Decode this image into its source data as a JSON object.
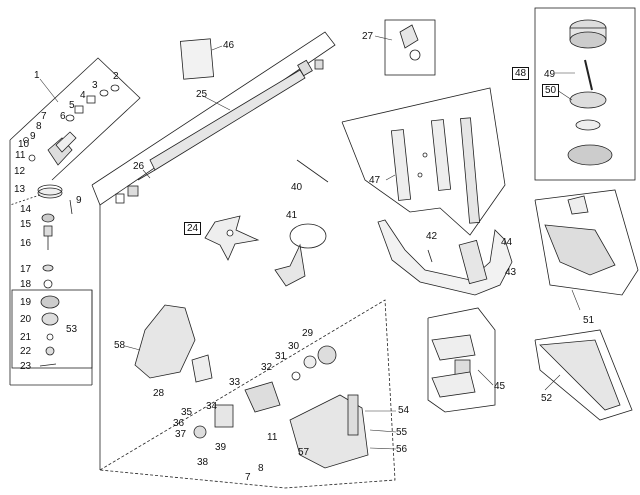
{
  "diagram": {
    "callouts": [
      {
        "id": "c1",
        "text": "1"
      },
      {
        "id": "c2",
        "text": "2"
      },
      {
        "id": "c3",
        "text": "3"
      },
      {
        "id": "c4",
        "text": "4"
      },
      {
        "id": "c5",
        "text": "5"
      },
      {
        "id": "c6",
        "text": "6"
      },
      {
        "id": "c7a",
        "text": "7"
      },
      {
        "id": "c8a",
        "text": "8"
      },
      {
        "id": "c9a",
        "text": "9"
      },
      {
        "id": "c10",
        "text": "10"
      },
      {
        "id": "c11a",
        "text": "11"
      },
      {
        "id": "c12",
        "text": "12"
      },
      {
        "id": "c13",
        "text": "13"
      },
      {
        "id": "c9b",
        "text": "9"
      },
      {
        "id": "c14",
        "text": "14"
      },
      {
        "id": "c15",
        "text": "15"
      },
      {
        "id": "c16",
        "text": "16"
      },
      {
        "id": "c17",
        "text": "17"
      },
      {
        "id": "c18",
        "text": "18"
      },
      {
        "id": "c19",
        "text": "19"
      },
      {
        "id": "c20",
        "text": "20"
      },
      {
        "id": "c21",
        "text": "21"
      },
      {
        "id": "c22",
        "text": "22"
      },
      {
        "id": "c23",
        "text": "23"
      },
      {
        "id": "c53",
        "text": "53"
      },
      {
        "id": "c24",
        "text": "24",
        "boxed": true
      },
      {
        "id": "c25",
        "text": "25"
      },
      {
        "id": "c26",
        "text": "26"
      },
      {
        "id": "c27",
        "text": "27"
      },
      {
        "id": "c28",
        "text": "28"
      },
      {
        "id": "c29",
        "text": "29"
      },
      {
        "id": "c30",
        "text": "30"
      },
      {
        "id": "c31",
        "text": "31"
      },
      {
        "id": "c32",
        "text": "32"
      },
      {
        "id": "c33",
        "text": "33"
      },
      {
        "id": "c34",
        "text": "34"
      },
      {
        "id": "c35",
        "text": "35"
      },
      {
        "id": "c36",
        "text": "36"
      },
      {
        "id": "c37",
        "text": "37"
      },
      {
        "id": "c38",
        "text": "38"
      },
      {
        "id": "c39",
        "text": "39"
      },
      {
        "id": "c7b",
        "text": "7"
      },
      {
        "id": "c8b",
        "text": "8"
      },
      {
        "id": "c11b",
        "text": "11"
      },
      {
        "id": "c40",
        "text": "40"
      },
      {
        "id": "c41",
        "text": "41"
      },
      {
        "id": "c42",
        "text": "42"
      },
      {
        "id": "c43",
        "text": "43"
      },
      {
        "id": "c44",
        "text": "44"
      },
      {
        "id": "c45",
        "text": "45"
      },
      {
        "id": "c46",
        "text": "46"
      },
      {
        "id": "c47",
        "text": "47"
      },
      {
        "id": "c48",
        "text": "48",
        "boxed": true
      },
      {
        "id": "c49",
        "text": "49"
      },
      {
        "id": "c50",
        "text": "50",
        "boxed": true
      },
      {
        "id": "c51",
        "text": "51"
      },
      {
        "id": "c52",
        "text": "52"
      },
      {
        "id": "c54",
        "text": "54"
      },
      {
        "id": "c55",
        "text": "55"
      },
      {
        "id": "c56",
        "text": "56"
      },
      {
        "id": "c57",
        "text": "57"
      },
      {
        "id": "c58",
        "text": "58"
      }
    ]
  }
}
